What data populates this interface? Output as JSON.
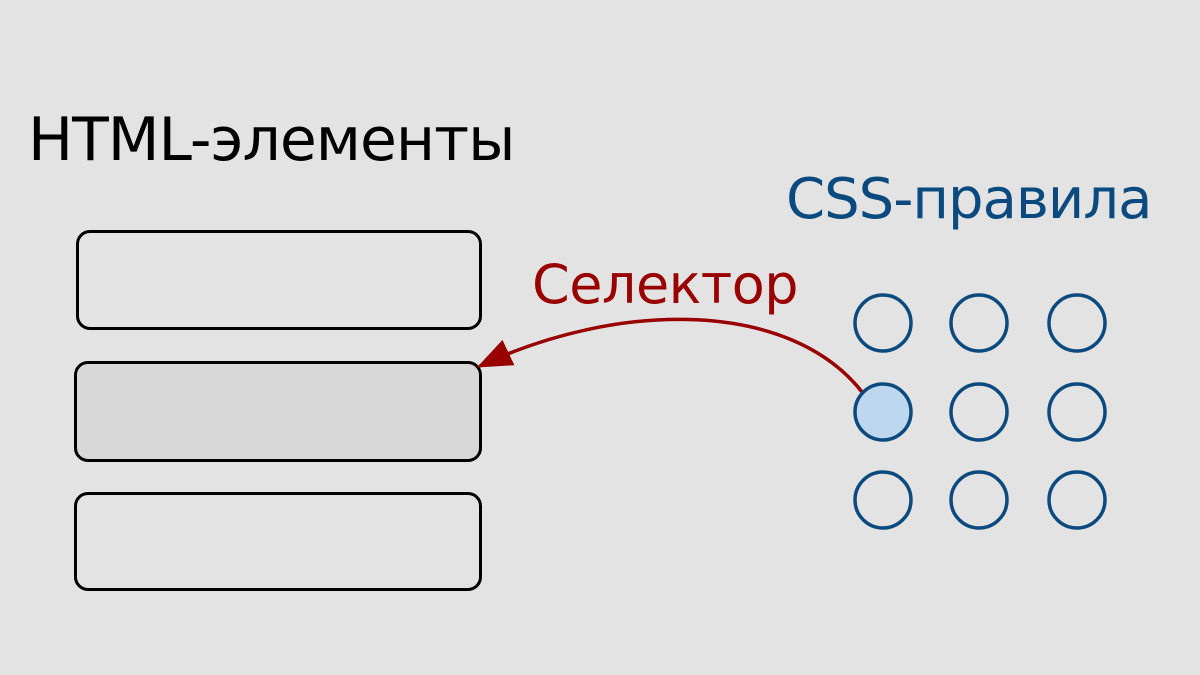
{
  "diagram": {
    "html_title": "HTML-элементы",
    "css_title": "CSS-правила",
    "selector_label": "Селектор",
    "html_elements": [
      {
        "id": "element-1",
        "selected": false
      },
      {
        "id": "element-2",
        "selected": true
      },
      {
        "id": "element-3",
        "selected": false
      }
    ],
    "css_rules_grid": {
      "rows": 3,
      "cols": 3,
      "selected_rule": {
        "row": 2,
        "col": 1
      }
    },
    "colors": {
      "background": "#e3e3e3",
      "html_title": "#000000",
      "css_title": "#0b4a7e",
      "selector": "#990000",
      "rule_stroke": "#0b4a7e",
      "rule_selected_fill": "#bdd7ee",
      "element_selected_fill": "#d8d8d8"
    }
  }
}
